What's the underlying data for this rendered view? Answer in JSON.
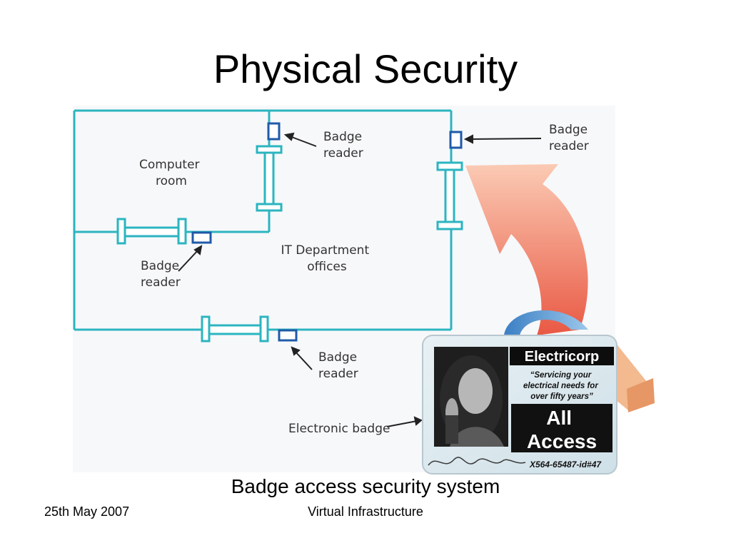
{
  "slide": {
    "title": "Physical Security",
    "caption": "Badge access security system"
  },
  "diagram": {
    "labels": {
      "computer_room": [
        "Computer",
        "room"
      ],
      "it_offices": [
        "IT Department",
        "offices"
      ],
      "badge_reader": [
        "Badge",
        "reader"
      ],
      "electronic_badge": "Electronic badge"
    },
    "badge": {
      "company": "Electricorp",
      "slogan": [
        "“Servicing your",
        "electrical needs for",
        "over fifty years”"
      ],
      "access": [
        "All",
        "Access"
      ],
      "id_number": "X564-65487-id#47"
    },
    "colors": {
      "wall": "#2bb5c0",
      "reader": "#1f5aa8",
      "arrow": "#f08060",
      "badge_accent": "#5a9fd4"
    }
  },
  "footer": {
    "date": "25th May 2007",
    "center": "Virtual Infrastructure"
  }
}
